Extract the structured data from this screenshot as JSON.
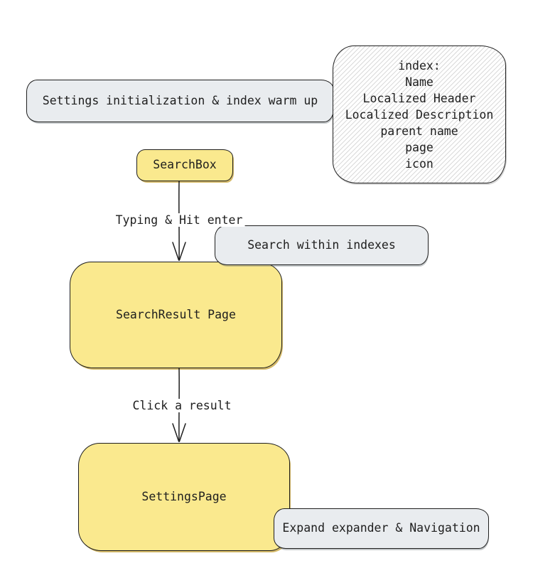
{
  "diagram": {
    "nodes": {
      "settings_init": {
        "label": "Settings initialization & index warm up"
      },
      "index_note": {
        "lines": [
          "index:",
          "Name",
          "Localized Header",
          "Localized Description",
          "parent name",
          "page",
          "icon"
        ]
      },
      "search_box": {
        "label": "SearchBox"
      },
      "search_within": {
        "label": "Search within indexes"
      },
      "search_result": {
        "label": "SearchResult Page"
      },
      "settings_page": {
        "label": "SettingsPage"
      },
      "expand_nav": {
        "label": "Expand expander & Navigation"
      }
    },
    "edges": {
      "typing": {
        "label": "Typing & Hit enter"
      },
      "click": {
        "label": "Click a result"
      }
    }
  },
  "colors": {
    "yellow_fill": "#FAE98E",
    "gray_fill": "#E9ECEF",
    "stroke": "#1E1E1E",
    "hatch_line": "#DADADA",
    "text": "#1E1E1E"
  }
}
